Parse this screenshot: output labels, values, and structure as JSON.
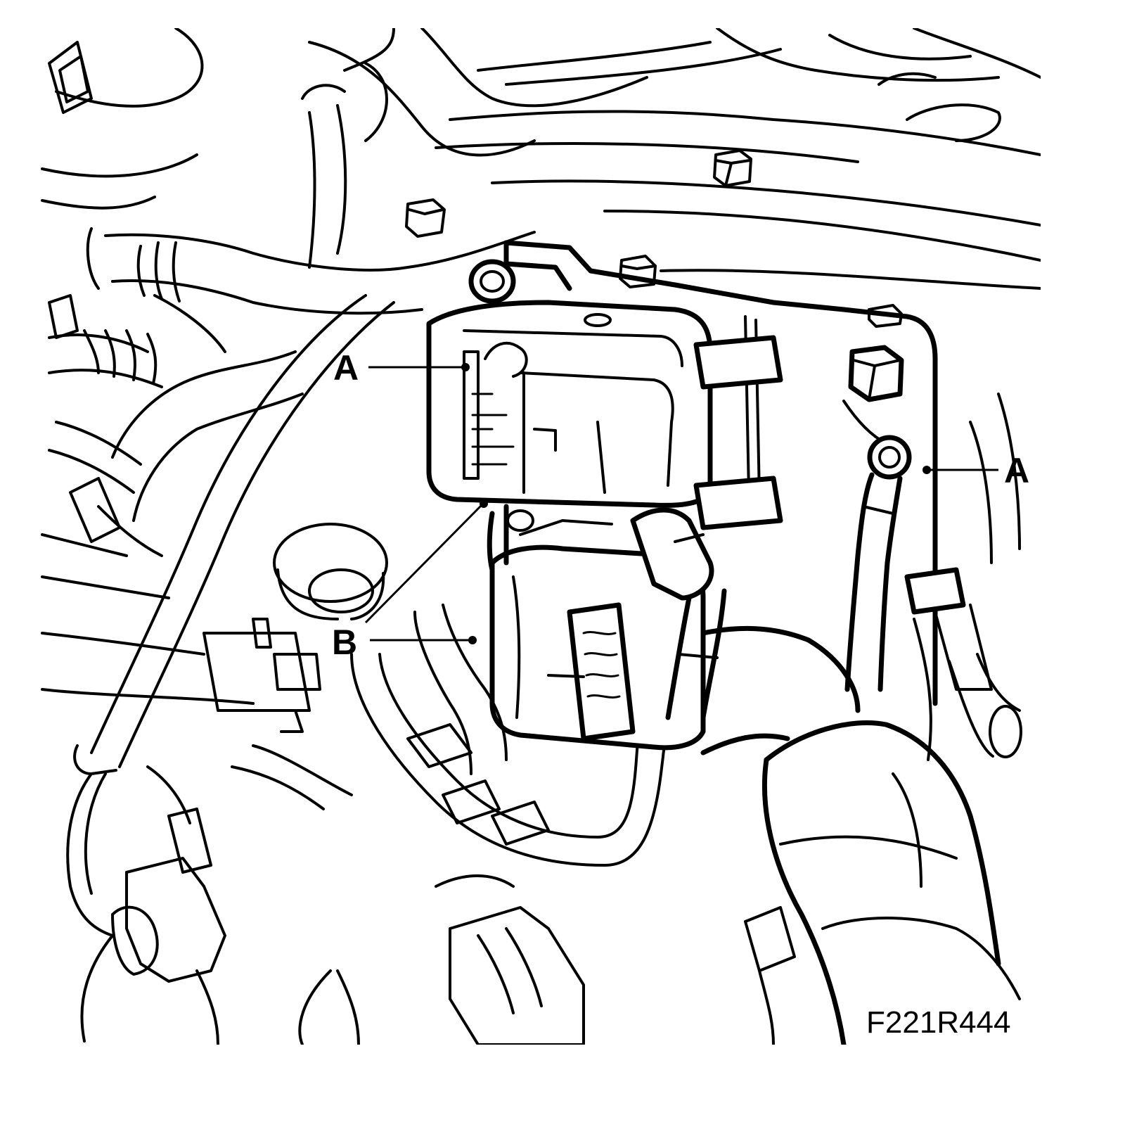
{
  "callouts": [
    {
      "id": "callout-a-left",
      "label": "A"
    },
    {
      "id": "callout-a-right",
      "label": "A"
    },
    {
      "id": "callout-b",
      "label": "B"
    }
  ],
  "figure_code": "F221R444"
}
